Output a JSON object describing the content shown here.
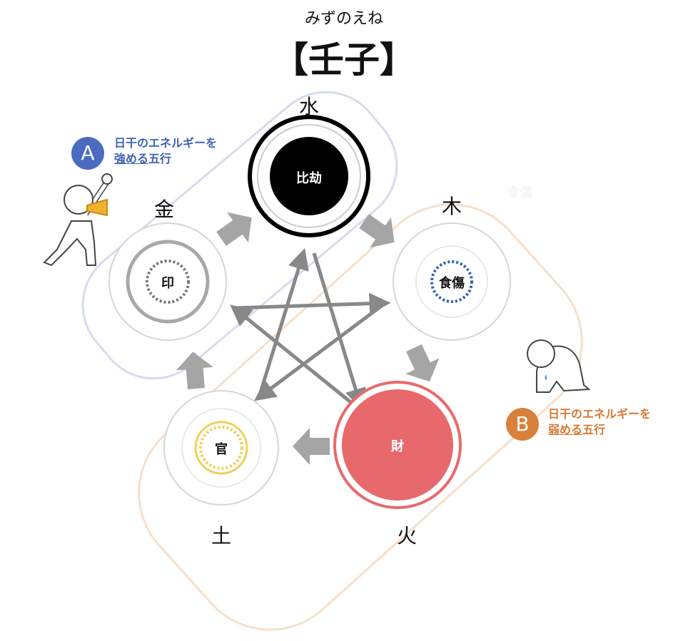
{
  "header": {
    "reading": "みずのえね",
    "title": "【壬子】"
  },
  "elements": {
    "water": "水",
    "wood": "木",
    "fire": "火",
    "earth": "土",
    "metal": "金"
  },
  "roles": {
    "water": "比劫",
    "wood": "食傷",
    "fire": "財",
    "earth": "官",
    "metal": "印"
  },
  "ghost_label": "食傷",
  "note_a": {
    "badge": "A",
    "line1": "日干のエネルギーを",
    "line2_underlined": "強める",
    "line2_rest": "五行"
  },
  "note_b": {
    "badge": "B",
    "line1": "日干のエネルギーを",
    "line2_underlined": "弱める",
    "line2_rest": "五行"
  },
  "colors": {
    "blue": "#4a6bbf",
    "orange": "#d9813a",
    "red": "#e8696b",
    "yellow": "#f2cf58",
    "gray_arrow": "#999999"
  }
}
